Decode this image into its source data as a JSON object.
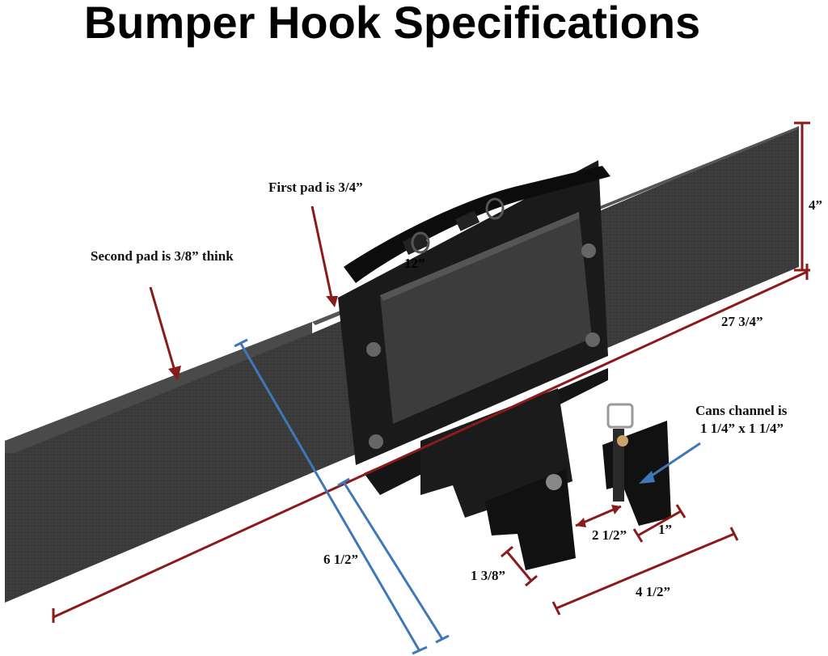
{
  "title": "Bumper Hook Specifications",
  "labels": {
    "first_pad": "First pad is 3/4”",
    "second_pad": "Second pad is 3/8” think",
    "height": "4”",
    "length": "27 3/4”",
    "inner_pad": "12”",
    "cans_line1": "Cans channel is",
    "cans_line2": "1 1/4” x 1 1/4”",
    "width_blue": "6 1/2”",
    "gap": "2 1/2”",
    "tab": "1”",
    "depth": "1 3/8”",
    "base": "4 1/2”"
  },
  "colors": {
    "dimension_red": "#8b1a1a",
    "dimension_blue": "#3f78b8",
    "pad_gray": "#3a3a3a",
    "bracket_black": "#111111"
  }
}
